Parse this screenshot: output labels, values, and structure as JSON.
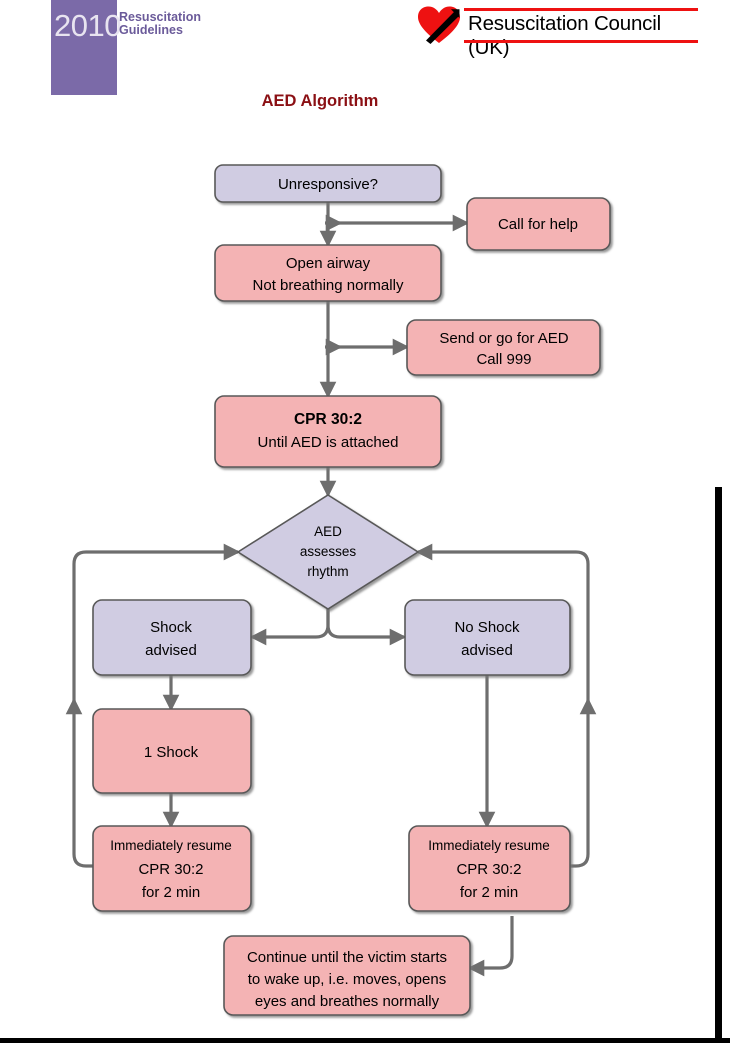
{
  "header": {
    "year": "2010",
    "guidelines_line1": "Resuscitation",
    "guidelines_line2": "Guidelines",
    "council_name": "Resuscitation Council (UK)",
    "heart_icon": "heart-icon",
    "brand_red": "#ee1111",
    "brand_purple": "#7b6aa8"
  },
  "title": "AED Algorithm",
  "colors": {
    "lavender_fill": "#d0cce2",
    "pink_fill": "#f4b3b4",
    "node_stroke": "#595959",
    "arrow": "#6e6e6e",
    "title_red": "#8b1014"
  },
  "chart_data": {
    "type": "diagram",
    "title": "AED Algorithm",
    "nodes": [
      {
        "id": "unresponsive",
        "label": "Unresponsive?",
        "style": "lavender",
        "shape": "rounded-rect"
      },
      {
        "id": "call-for-help",
        "label": "Call for help",
        "style": "pink",
        "shape": "rounded-rect"
      },
      {
        "id": "open-airway",
        "label_line1": "Open airway",
        "label_line2": "Not breathing normally",
        "style": "pink",
        "shape": "rounded-rect"
      },
      {
        "id": "send-for-aed",
        "label_line1": "Send or go for AED",
        "label_line2": "Call 999",
        "style": "pink",
        "shape": "rounded-rect"
      },
      {
        "id": "cpr-until-aed",
        "label_line1": "CPR 30:2",
        "label_line2": "Until AED is attached",
        "style": "pink",
        "shape": "rounded-rect",
        "line1_bold": true
      },
      {
        "id": "aed-assesses",
        "label_line1": "AED",
        "label_line2": "assesses",
        "label_line3": "rhythm",
        "style": "lavender",
        "shape": "diamond"
      },
      {
        "id": "shock-advised",
        "label_line1": "Shock",
        "label_line2": "advised",
        "style": "lavender",
        "shape": "rounded-rect"
      },
      {
        "id": "no-shock-advised",
        "label_line1": "No Shock",
        "label_line2": "advised",
        "style": "lavender",
        "shape": "rounded-rect"
      },
      {
        "id": "one-shock",
        "label": "1 Shock",
        "style": "pink",
        "shape": "rounded-rect"
      },
      {
        "id": "resume-cpr-left",
        "label_line1": "Immediately resume",
        "label_line2": "CPR 30:2",
        "label_line3": "for 2 min",
        "style": "pink",
        "shape": "rounded-rect"
      },
      {
        "id": "resume-cpr-right",
        "label_line1": "Immediately resume",
        "label_line2": "CPR 30:2",
        "label_line3": "for 2 min",
        "style": "pink",
        "shape": "rounded-rect"
      },
      {
        "id": "continue-until",
        "label_line1": "Continue until the victim starts",
        "label_line2": "to wake up, i.e. moves, opens",
        "label_line3": "eyes and breathes normally",
        "style": "pink",
        "shape": "rounded-rect"
      }
    ],
    "edges": [
      {
        "from": "unresponsive",
        "to": "open-airway"
      },
      {
        "from": "unresponsive-stem",
        "to": "call-for-help",
        "bidirectional": true
      },
      {
        "from": "open-airway",
        "to": "cpr-until-aed"
      },
      {
        "from": "open-airway-stem",
        "to": "send-for-aed",
        "bidirectional": true
      },
      {
        "from": "cpr-until-aed",
        "to": "aed-assesses"
      },
      {
        "from": "aed-assesses",
        "to": "shock-advised"
      },
      {
        "from": "aed-assesses",
        "to": "no-shock-advised"
      },
      {
        "from": "shock-advised",
        "to": "one-shock"
      },
      {
        "from": "one-shock",
        "to": "resume-cpr-left"
      },
      {
        "from": "no-shock-advised",
        "to": "resume-cpr-right"
      },
      {
        "from": "resume-cpr-left",
        "to": "aed-assesses",
        "via": "left-loop"
      },
      {
        "from": "resume-cpr-right",
        "to": "aed-assesses",
        "via": "right-loop"
      },
      {
        "from": "resume-cpr-right",
        "to": "continue-until"
      }
    ]
  }
}
